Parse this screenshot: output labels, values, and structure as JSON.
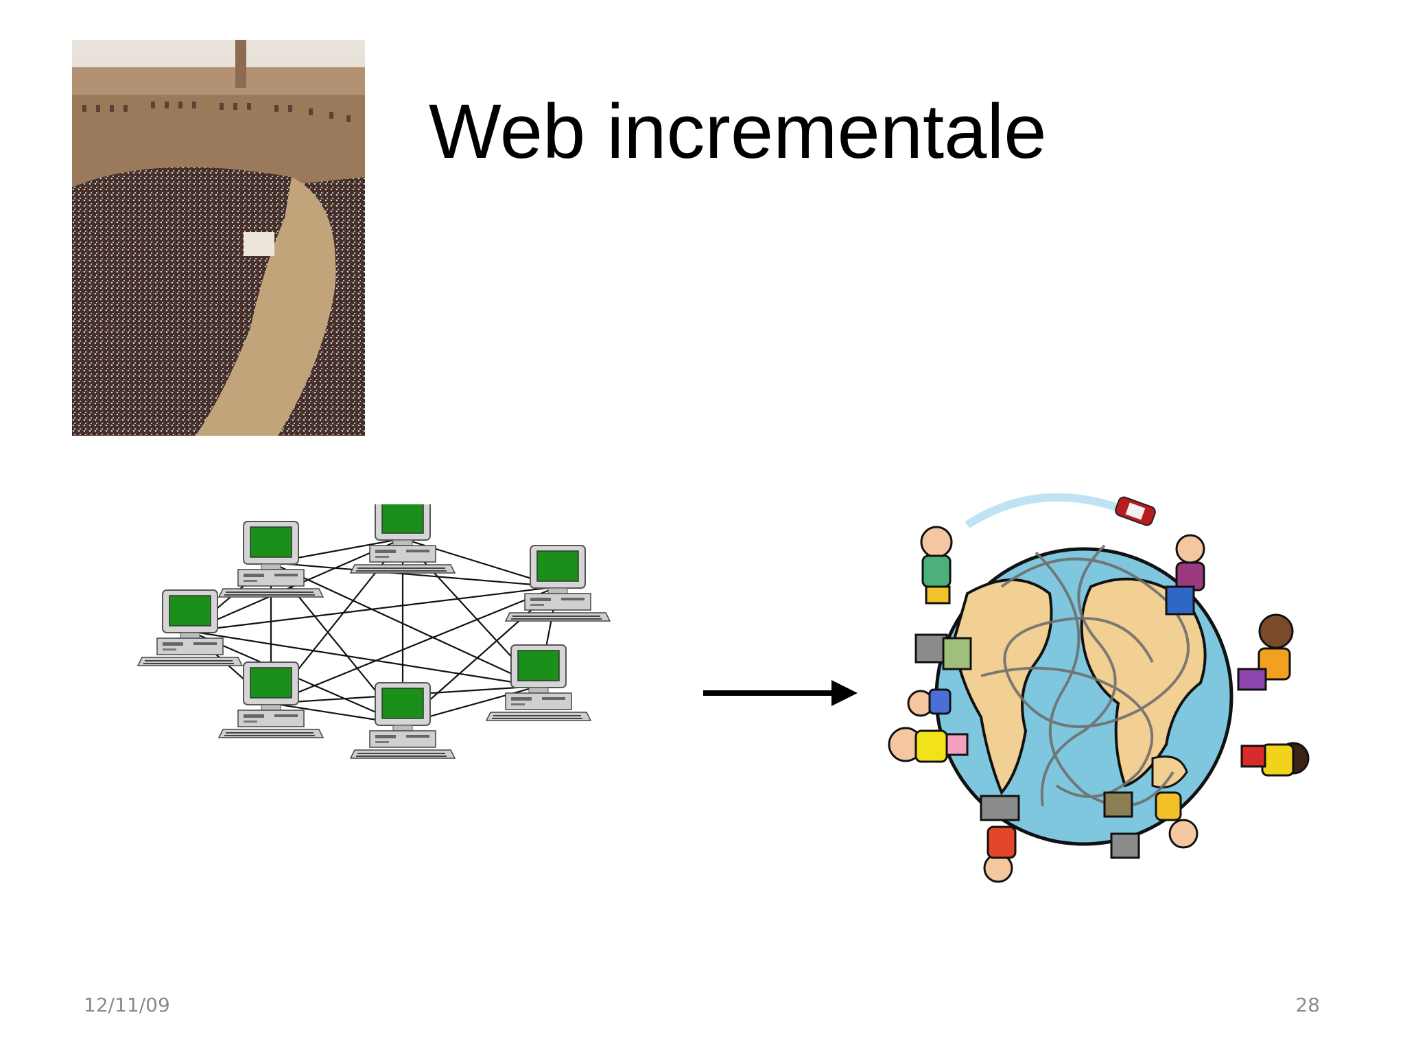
{
  "slide": {
    "title": "Web incrementale",
    "date": "12/11/09",
    "page_number": "28"
  },
  "images": {
    "photo": "aerial-piazza-crowd-photo",
    "network": "computer-mesh-network-diagram",
    "arrow": "right-arrow-icon",
    "globe": "children-around-globe-clipart"
  },
  "colors": {
    "screen_green": "#1a8f1a",
    "computer_gray": "#c8c8c8",
    "ocean_blue": "#7fc7df",
    "land_tan": "#f2cf92"
  }
}
